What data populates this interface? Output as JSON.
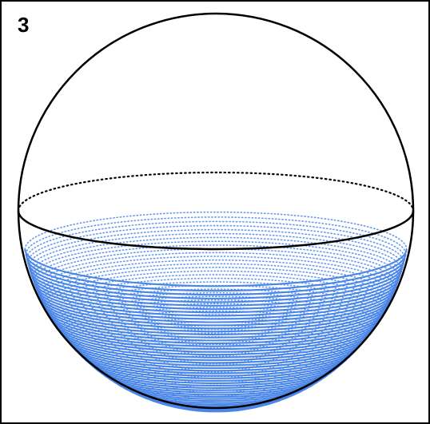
{
  "panel": {
    "number": "3"
  },
  "colors": {
    "outline": "#000000",
    "liquid": "#4a86e8",
    "background": "#ffffff"
  },
  "figure": {
    "shape": "sphere",
    "liquid_fill_fraction": 0.5,
    "equator_back_style": "dotted",
    "liquid_back_style": "dotted"
  }
}
